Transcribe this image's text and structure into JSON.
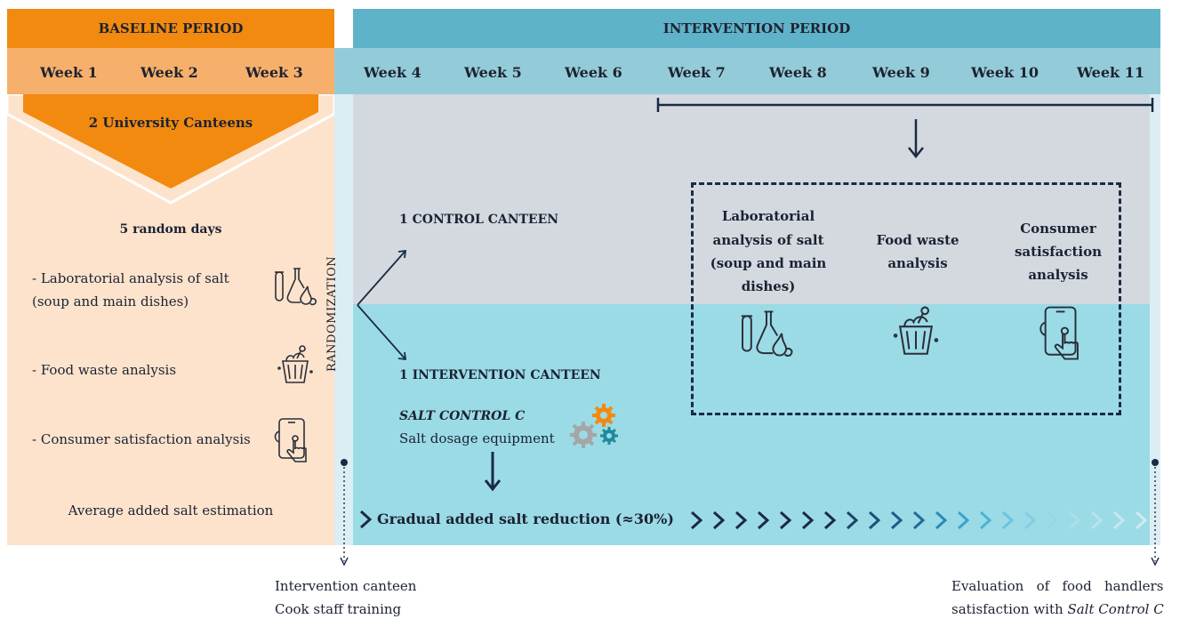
{
  "header": {
    "baseline": "BASELINE PERIOD",
    "intervention": "INTERVENTION PERIOD"
  },
  "weeks": [
    "Week 1",
    "Week 2",
    "Week 3",
    "Week 4",
    "Week 5",
    "Week 6",
    "Week 7",
    "Week 8",
    "Week 9",
    "Week 10",
    "Week 11"
  ],
  "baseline": {
    "canteens": "2 University Canteens",
    "random_days": "5 random days",
    "salt_analysis_line1": "- Laboratorial analysis of salt",
    "salt_analysis_line2": "(soup and main dishes)",
    "food_waste": "- Food waste analysis",
    "consumer_satisfaction": "- Consumer satisfaction analysis",
    "avg_salt": "Average added salt estimation"
  },
  "randomization": "RANDOMIZATION",
  "control_canteen": "1 CONTROL CANTEEN",
  "intervention_canteen": "1 INTERVENTION CANTEEN",
  "salt_control": "SALT CONTROL C",
  "salt_dosage": "Salt dosage equipment",
  "gradual_reduction": "Gradual added salt reduction (≈30%)",
  "evaluation": {
    "lab_line1": "Laboratorial",
    "lab_line2": "analysis of salt",
    "lab_line3": "(soup and main",
    "lab_line4": "dishes)",
    "waste_line1": "Food waste",
    "waste_line2": "analysis",
    "cons_line1": "Consumer",
    "cons_line2": "satisfaction",
    "cons_line3": "analysis"
  },
  "footer": {
    "left_line1": "Intervention canteen",
    "left_line2": "Cook staff training",
    "right_line1": "Evaluation   of   food   handlers",
    "right_line2_prefix": "satisfaction with ",
    "right_line2_italic": "Salt Control C"
  },
  "icons": [
    "flask-icon",
    "food-waste-bin-icon",
    "smartphone-touch-icon",
    "gears-icon"
  ],
  "colors": {
    "orange": "#f28a0f",
    "light_orange": "#f7b06b",
    "pale_orange": "#fde3cc",
    "teal": "#5fb3c9",
    "grey_panel": "#d3d9df",
    "cyan_panel": "#9bdbe6",
    "navy": "#1b2a44"
  }
}
